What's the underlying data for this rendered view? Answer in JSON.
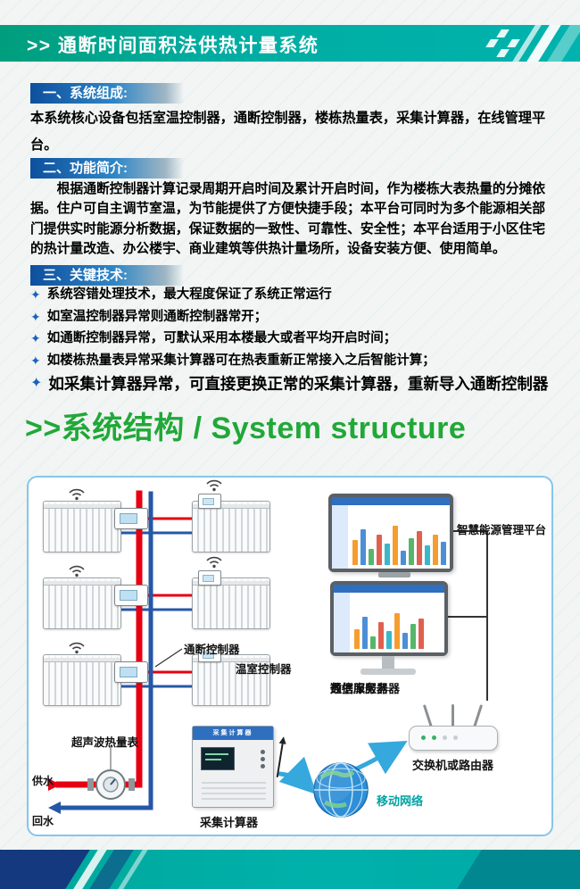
{
  "header": {
    "title": ">> 通断时间面积法供热计量系统"
  },
  "sections": {
    "s1": {
      "title": "一、系统组成:",
      "body": "本系统核心设备包括室温控制器，通断控制器，楼栋热量表，采集计算器，在线管理平台。"
    },
    "s2": {
      "title": "二、功能简介:",
      "body": "根据通断控制器计算记录周期开启时间及累计开启时间，作为楼栋大表热量的分摊依据。住户可自主调节室温，为节能提供了方便快捷手段；本平台可同时为多个能源相关部门提供实时能源分析数据，保证数据的一致性、可靠性、安全性；本平台适用于小区住宅的热计量改造、办公楼宇、商业建筑等供热计量场所，设备安装方便、使用简单。"
    },
    "s3": {
      "title": "三、关键技术:",
      "bullets": [
        "系统容错处理技术，最大程度保证了系统正常运行",
        "如室温控制器异常则通断控制器常开；",
        "如通断控制器异常，可默认采用本楼最大或者平均开启时间；",
        "如楼栋热量表异常采集计算器可在热表重新正常接入之后智能计算；",
        "如采集计算器异常，可直接更换正常的采集计算器，重新导入通断控制器"
      ]
    }
  },
  "structure_heading": ">>系统结构 / System structure",
  "diagram": {
    "onoff_controller": "通断控制器",
    "room_controller": "温室控制器",
    "ultrasonic_meter": "超声波热量表",
    "supply_water": "供水",
    "return_water": "回水",
    "cabinet_title": "采集计算器",
    "cabinet_caption": "采集计算器",
    "server_line1": "数据库服务器",
    "server_line2": "通信服务器",
    "platform_label": "智慧能源管理平台",
    "router_label": "交换机或路由器",
    "mobile_label": "移动网络",
    "colors": {
      "supply_pipe": "#e60012",
      "return_pipe": "#2657a7",
      "arrow": "#35a8dd",
      "accent_green": "#21a838",
      "teal": "#00b0a8"
    }
  }
}
